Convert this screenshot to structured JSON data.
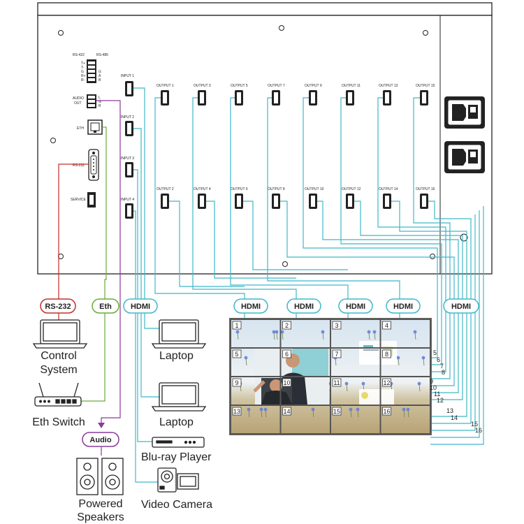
{
  "panel": {
    "rs422": "RS-422",
    "rs485": "RS-485",
    "rs422_pins": [
      "T+",
      "T-",
      "G",
      "R+",
      "R-"
    ],
    "rs485_pins": [
      "G",
      "A",
      "B"
    ],
    "audio_out": [
      "AUDIO",
      "OUT"
    ],
    "audio_pins": [
      "L",
      "G",
      "R"
    ],
    "eth": "ETH",
    "rs232": "RS-232",
    "service": "SERVICE",
    "inputs": [
      "INPUT 1",
      "INPUT 2",
      "INPUT 3",
      "INPUT 4"
    ],
    "outputs_top": [
      "OUTPUT 1",
      "OUTPUT 3",
      "OUTPUT 5",
      "OUTPUT 7",
      "OUTPUT 9",
      "OUTPUT 11",
      "OUTPUT 13",
      "OUTPUT 15"
    ],
    "outputs_bottom": [
      "OUTPUT 2",
      "OUTPUT 4",
      "OUTPUT 6",
      "OUTPUT 8",
      "OUTPUT 10",
      "OUTPUT 12",
      "OUTPUT 14",
      "OUTPUT 16"
    ]
  },
  "tags": {
    "rs232": "RS-232",
    "eth": "Eth",
    "hdmi": "HDMI",
    "audio": "Audio"
  },
  "devices": {
    "control_system": [
      "Control",
      "System"
    ],
    "eth_switch": "Eth Switch",
    "powered_speakers": [
      "Powered",
      "Speakers"
    ],
    "laptop1": "Laptop",
    "laptop2": "Laptop",
    "bluray": "Blu-ray Player",
    "camera": "Video Camera"
  },
  "video_wall": {
    "tiles": [
      "1",
      "2",
      "3",
      "4",
      "5",
      "6",
      "7",
      "8",
      "9",
      "10",
      "11",
      "12",
      "13",
      "14",
      "15",
      "16"
    ],
    "side_labels": [
      "5",
      "6",
      "7",
      "8",
      "9",
      "10",
      "11",
      "12",
      "13",
      "14",
      "15",
      "16"
    ]
  },
  "colors": {
    "hdmi": "#3fb8c8",
    "rs232": "#c0302c",
    "eth": "#6aaa3a",
    "audio": "#8a3a9a",
    "line": "#222222"
  }
}
